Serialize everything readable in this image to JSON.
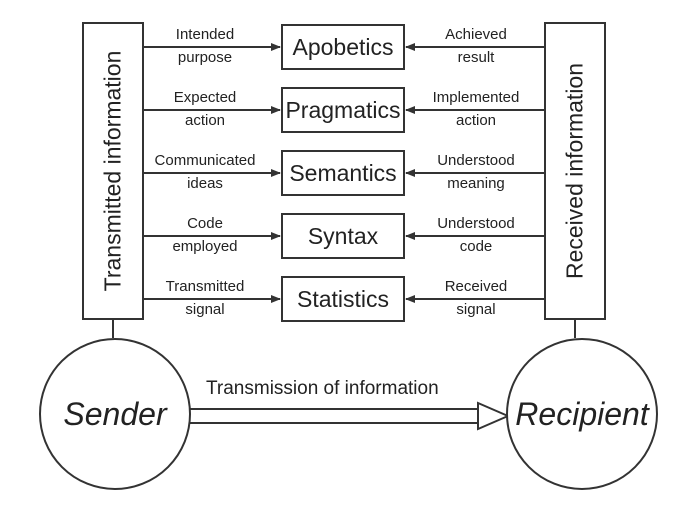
{
  "left_column": {
    "label": "Transmitted information"
  },
  "right_column": {
    "label": "Received information"
  },
  "levels": [
    {
      "name": "Apobetics",
      "left": [
        "Intended",
        "purpose"
      ],
      "right": [
        "Achieved",
        "result"
      ]
    },
    {
      "name": "Pragmatics",
      "left": [
        "Expected",
        "action"
      ],
      "right": [
        "Implemented",
        "action"
      ]
    },
    {
      "name": "Semantics",
      "left": [
        "Communicated",
        "ideas"
      ],
      "right": [
        "Understood",
        "meaning"
      ]
    },
    {
      "name": "Syntax",
      "left": [
        "Code",
        "employed"
      ],
      "right": [
        "Understood",
        "code"
      ]
    },
    {
      "name": "Statistics",
      "left": [
        "Transmitted",
        "signal"
      ],
      "right": [
        "Received",
        "signal"
      ]
    }
  ],
  "sender": {
    "label": "Sender"
  },
  "recipient": {
    "label": "Recipient"
  },
  "transmission": {
    "label": "Transmission of information"
  }
}
